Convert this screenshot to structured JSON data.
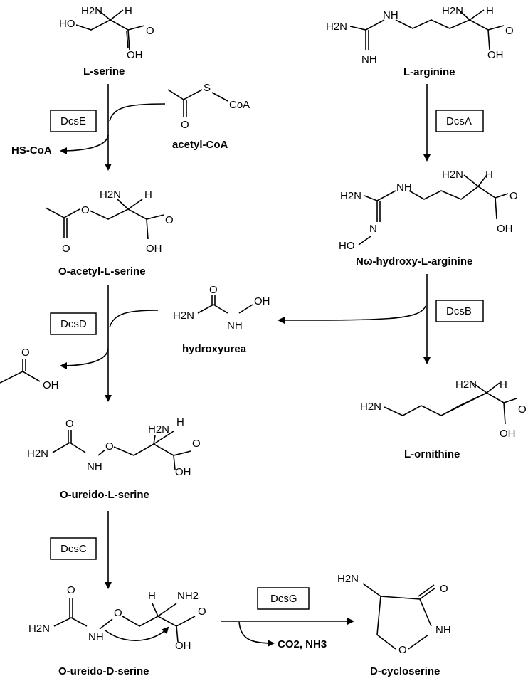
{
  "labels": {
    "l_serine": "L-serine",
    "l_arginine": "L-arginine",
    "acetyl_coa": "acetyl-CoA",
    "hs_coa": "HS-CoA",
    "o_acetyl_l_serine": "O-acetyl-L-serine",
    "n_hydroxy_l_arginine": "Nω-hydroxy-L-arginine",
    "hydroxyurea": "hydroxyurea",
    "l_ornithine": "L-ornithine",
    "o_ureido_l_serine": "O-ureido-L-serine",
    "o_ureido_d_serine": "O-ureido-D-serine",
    "d_cycloserine": "D-cycloserine",
    "co2_nh3": "CO2, NH3"
  },
  "enzymes": {
    "dcsE": "DcsE",
    "dcsA": "DcsA",
    "dcsD": "DcsD",
    "dcsB": "DcsB",
    "dcsC": "DcsC",
    "dcsG": "DcsG"
  },
  "atoms": {
    "h2n": "H2N",
    "nh2": "NH2",
    "h": "H",
    "ho": "HO",
    "oh": "OH",
    "o": "O",
    "n": "N",
    "nh": "NH",
    "s": "S",
    "coa": "CoA"
  }
}
